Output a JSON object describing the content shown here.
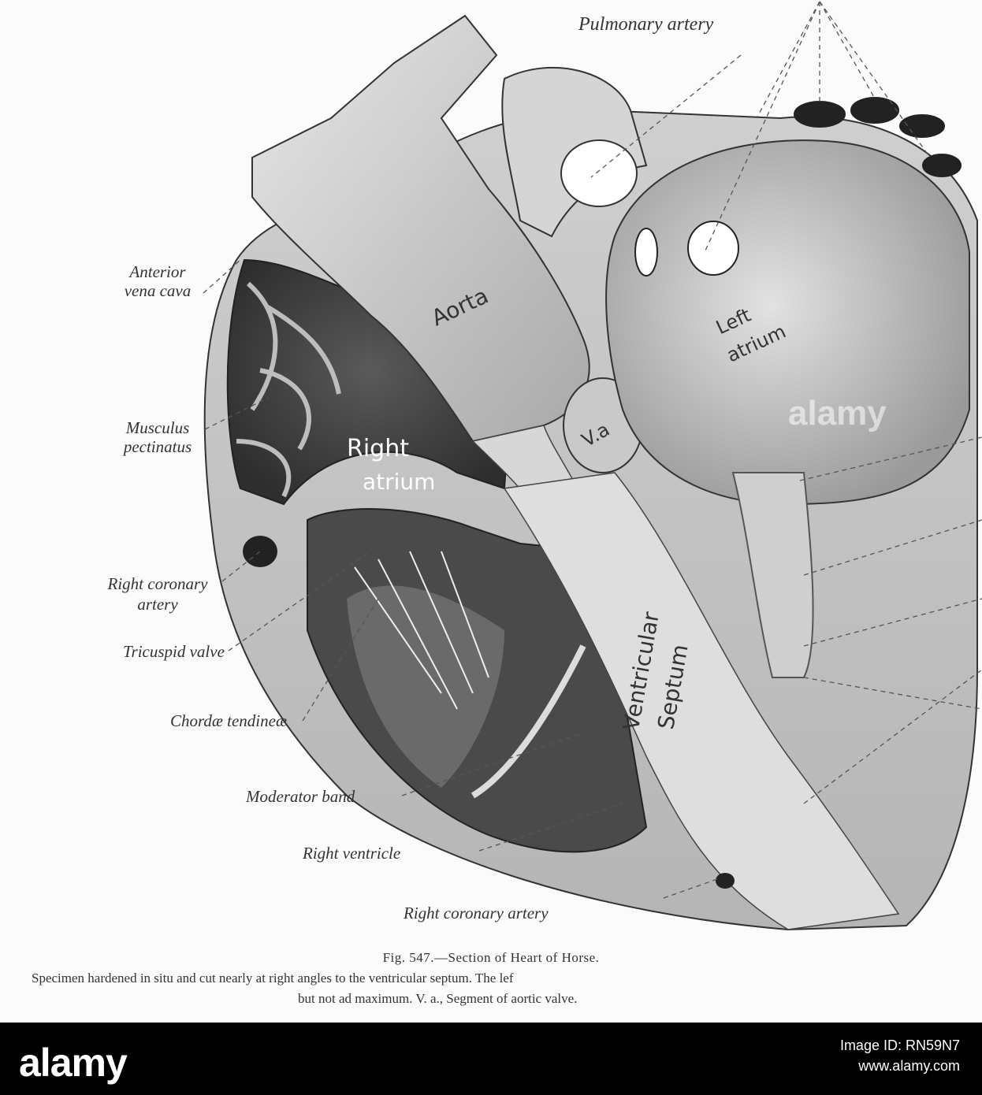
{
  "labels": {
    "pulmonary_artery": "Pulmonary artery",
    "anterior_vena_cava_1": "Anterior",
    "anterior_vena_cava_2": "vena cava",
    "musculus_pectinatus_1": "Musculus",
    "musculus_pectinatus_2": "pectinatus",
    "right_coronary_1": "Right coronary",
    "right_coronary_2": "artery",
    "tricuspid_valve": "Tricuspid valve",
    "chordae": "Chordæ tendineæ",
    "moderator_band": "Moderator band",
    "right_ventricle": "Right ventricle",
    "right_coronary_artery": "Right coronary artery"
  },
  "handwritten": {
    "aorta": "Aorta",
    "left_1": "Left",
    "left_2": "atrium",
    "right_1": "Right",
    "right_2": "atrium",
    "va": "V.a",
    "septum_1": "Ventricular",
    "septum_2": "Septum"
  },
  "caption": {
    "figure": "Fig. 547.—Section of Heart of Horse.",
    "line1": "Specimen hardened in situ and cut nearly at right angles to the ventricular septum.   The lef",
    "line2": "but not ad maximum.   V. a., Segment of aortic valve."
  },
  "watermark": "alamy",
  "footer": {
    "logo": "alamy",
    "image_id_label": "Image ID: RN59N7",
    "site": "www.alamy.com"
  }
}
